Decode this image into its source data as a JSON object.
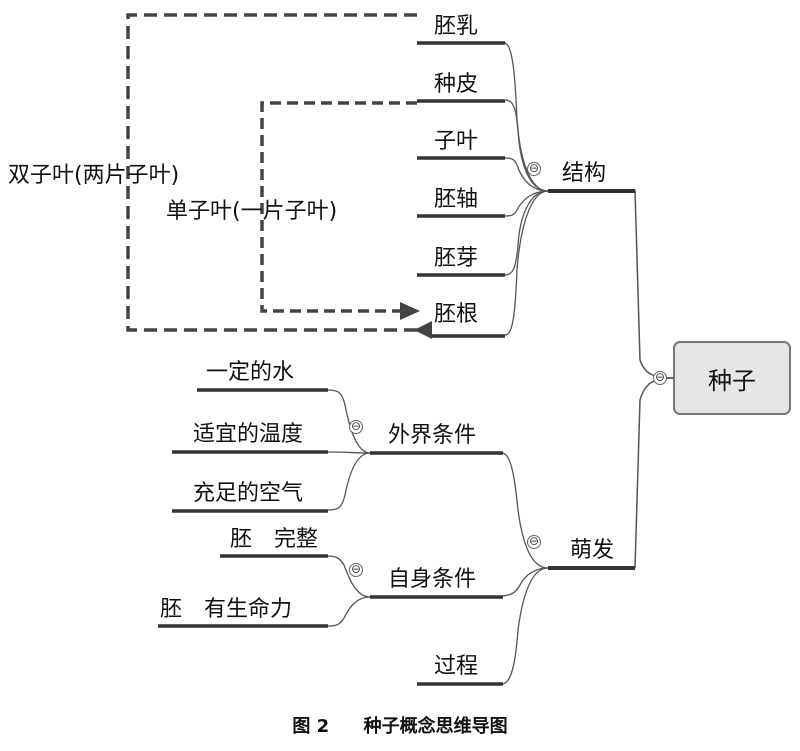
{
  "root": {
    "label": "种子"
  },
  "branches": {
    "structure": {
      "label": "结构",
      "children": [
        "胚乳",
        "种皮",
        "子叶",
        "胚轴",
        "胚芽",
        "胚根"
      ]
    },
    "germination": {
      "label": "萌发",
      "external": {
        "label": "外界条件",
        "children": [
          "一定的水",
          "适宜的温度",
          "充足的空气"
        ]
      },
      "internal": {
        "label": "自身条件",
        "children": [
          "胚　完整",
          "胚　有生命力"
        ]
      },
      "process": {
        "label": "过程"
      }
    }
  },
  "annotations": {
    "dicot": "双子叶(两片子叶)",
    "monocot": "单子叶(一片子叶)"
  },
  "toggle_symbol": "⊖",
  "caption": {
    "figure": "图 2",
    "title": "种子概念思维导图"
  },
  "colors": {
    "line": "#333333",
    "thin_line": "#555555",
    "box_fill": "#e6e6e6",
    "box_border": "#777777"
  }
}
